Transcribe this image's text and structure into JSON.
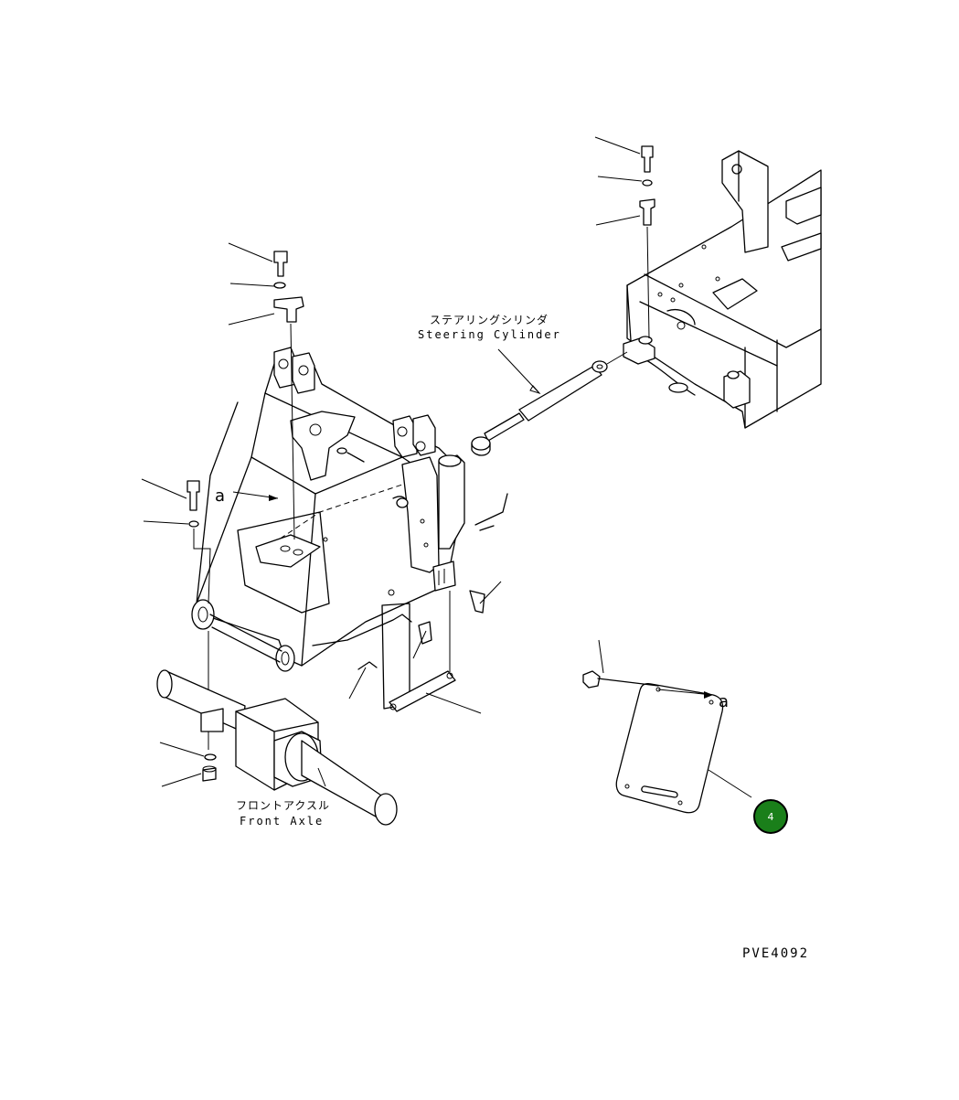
{
  "labels": {
    "steering_cylinder_jp": "ステアリングシリンダ",
    "steering_cylinder_en": "Steering Cylinder",
    "front_axle_jp": "フロントアクスル",
    "front_axle_en": "Front Axle",
    "ref_a_top": "a",
    "ref_a_cover": "a"
  },
  "callout": {
    "number": "4",
    "color": "#1a7f1a"
  },
  "drawing_code": "PVE4092"
}
